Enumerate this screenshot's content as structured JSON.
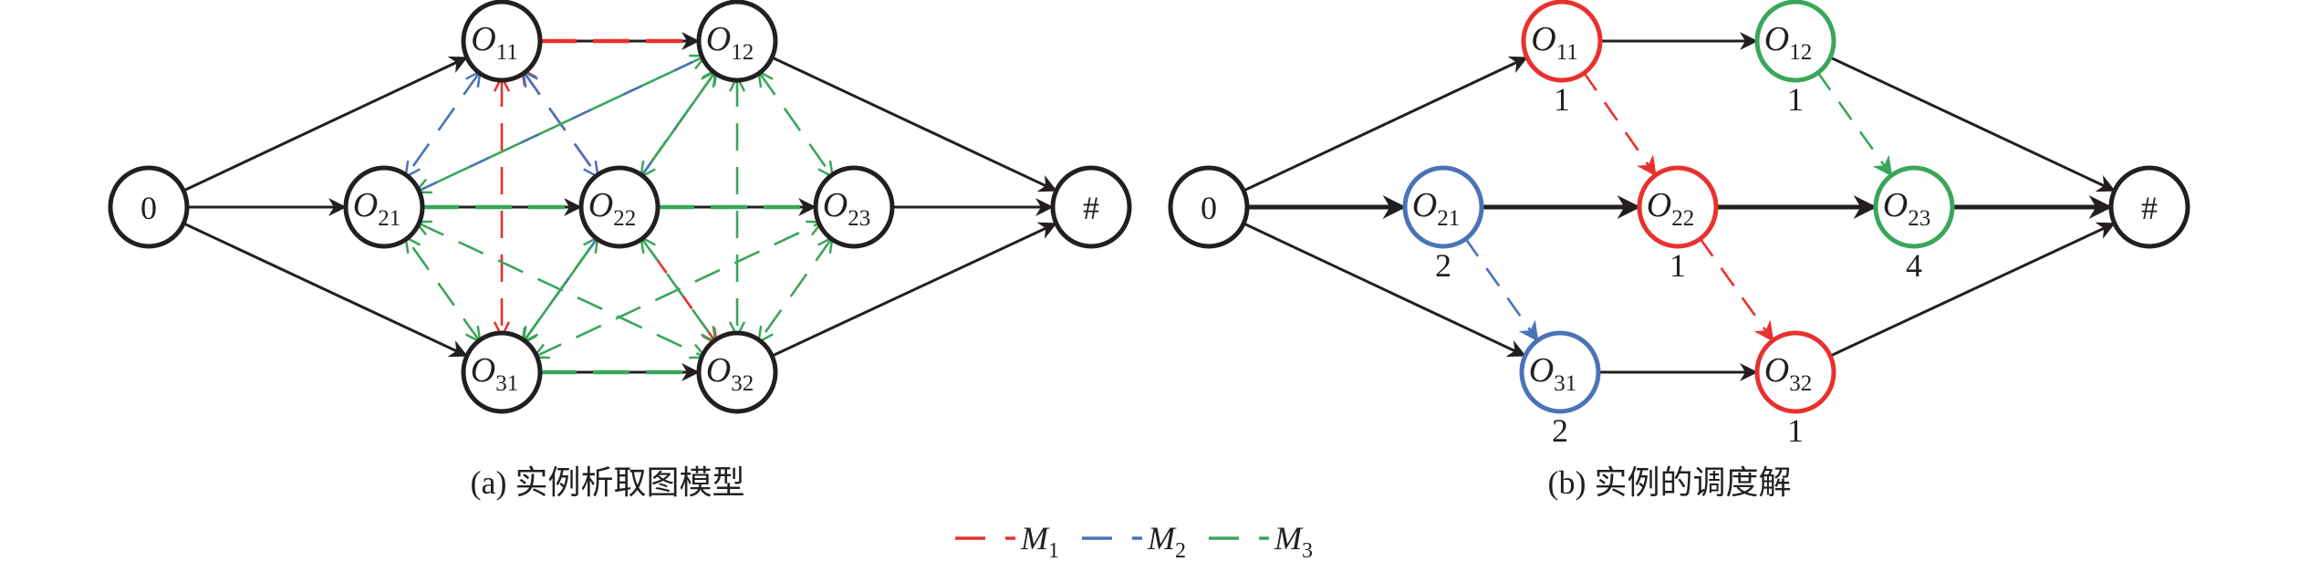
{
  "figure": {
    "colors": {
      "M1": "#e8312f",
      "M2": "#4a73b8",
      "M3": "#3aa65a",
      "black": "#231f20"
    },
    "legend": [
      {
        "machine": "M1",
        "symbol": "M",
        "sub": "1"
      },
      {
        "machine": "M2",
        "symbol": "M",
        "sub": "2"
      },
      {
        "machine": "M3",
        "symbol": "M",
        "sub": "3"
      }
    ],
    "panels": [
      {
        "id": "a",
        "caption": "(a) 实例析取图模型",
        "nodes": [
          {
            "id": "S",
            "text": "0"
          },
          {
            "id": "O11",
            "main": "O",
            "sub": "11"
          },
          {
            "id": "O12",
            "main": "O",
            "sub": "12"
          },
          {
            "id": "O21",
            "main": "O",
            "sub": "21"
          },
          {
            "id": "O22",
            "main": "O",
            "sub": "22"
          },
          {
            "id": "O23",
            "main": "O",
            "sub": "23"
          },
          {
            "id": "O31",
            "main": "O",
            "sub": "31"
          },
          {
            "id": "O32",
            "main": "O",
            "sub": "32"
          },
          {
            "id": "E",
            "text": "#"
          }
        ],
        "conjunctive_arcs": [
          {
            "from": "S",
            "to": "O11"
          },
          {
            "from": "S",
            "to": "O21"
          },
          {
            "from": "S",
            "to": "O31"
          },
          {
            "from": "O11",
            "to": "O12",
            "overlay": "M1"
          },
          {
            "from": "O21",
            "to": "O22",
            "overlay": "M3"
          },
          {
            "from": "O22",
            "to": "O23",
            "overlay": "M3"
          },
          {
            "from": "O31",
            "to": "O32",
            "overlay": "M3"
          },
          {
            "from": "O12",
            "to": "E"
          },
          {
            "from": "O23",
            "to": "E"
          },
          {
            "from": "O32",
            "to": "E"
          }
        ],
        "disjunctive_edges": [
          {
            "a": "O11",
            "b": "O31",
            "machine": "M1"
          },
          {
            "a": "O11",
            "b": "O32",
            "machine": "M1"
          },
          {
            "a": "O11",
            "b": "O21",
            "machine": "M2"
          },
          {
            "a": "O11",
            "b": "O22",
            "machine": "M2"
          },
          {
            "a": "O21",
            "b": "O12",
            "machine": "M2",
            "overlay": "M3"
          },
          {
            "a": "O22",
            "b": "O12",
            "machine": "M2",
            "overlay": "M3"
          },
          {
            "a": "O31",
            "b": "O22",
            "machine": "M2",
            "overlay": "M3"
          },
          {
            "a": "O31",
            "b": "O12",
            "machine": "M3"
          },
          {
            "a": "O12",
            "b": "O32",
            "machine": "M3"
          },
          {
            "a": "O12",
            "b": "O23",
            "machine": "M3"
          },
          {
            "a": "O21",
            "b": "O32",
            "machine": "M3"
          },
          {
            "a": "O31",
            "b": "O21",
            "machine": "M3"
          },
          {
            "a": "O31",
            "b": "O23",
            "machine": "M3"
          },
          {
            "a": "O22",
            "b": "O32",
            "machine": "M3"
          },
          {
            "a": "O23",
            "b": "O32",
            "machine": "M3"
          }
        ]
      },
      {
        "id": "b",
        "caption": "(b) 实例的调度解",
        "nodes": [
          {
            "id": "S",
            "text": "0",
            "machine": null
          },
          {
            "id": "O11",
            "main": "O",
            "sub": "11",
            "machine": "M1",
            "time": "1"
          },
          {
            "id": "O12",
            "main": "O",
            "sub": "12",
            "machine": "M3",
            "time": "1"
          },
          {
            "id": "O21",
            "main": "O",
            "sub": "21",
            "machine": "M2",
            "time": "2"
          },
          {
            "id": "O22",
            "main": "O",
            "sub": "22",
            "machine": "M1",
            "time": "1"
          },
          {
            "id": "O23",
            "main": "O",
            "sub": "23",
            "machine": "M3",
            "time": "4"
          },
          {
            "id": "O31",
            "main": "O",
            "sub": "31",
            "machine": "M2",
            "time": "2"
          },
          {
            "id": "O32",
            "main": "O",
            "sub": "32",
            "machine": "M1",
            "time": "1"
          },
          {
            "id": "E",
            "text": "#",
            "machine": null
          }
        ],
        "conjunctive_arcs": [
          {
            "from": "S",
            "to": "O11"
          },
          {
            "from": "S",
            "to": "O21"
          },
          {
            "from": "S",
            "to": "O31"
          },
          {
            "from": "O11",
            "to": "O12"
          },
          {
            "from": "O21",
            "to": "O22"
          },
          {
            "from": "O22",
            "to": "O23"
          },
          {
            "from": "O31",
            "to": "O32"
          },
          {
            "from": "O12",
            "to": "E"
          },
          {
            "from": "O23",
            "to": "E"
          },
          {
            "from": "O32",
            "to": "E"
          }
        ],
        "machine_arcs": [
          {
            "from": "O11",
            "to": "O22",
            "machine": "M1"
          },
          {
            "from": "O22",
            "to": "O32",
            "machine": "M1"
          },
          {
            "from": "O21",
            "to": "O31",
            "machine": "M2"
          },
          {
            "from": "O12",
            "to": "O23",
            "machine": "M3"
          }
        ]
      }
    ]
  }
}
